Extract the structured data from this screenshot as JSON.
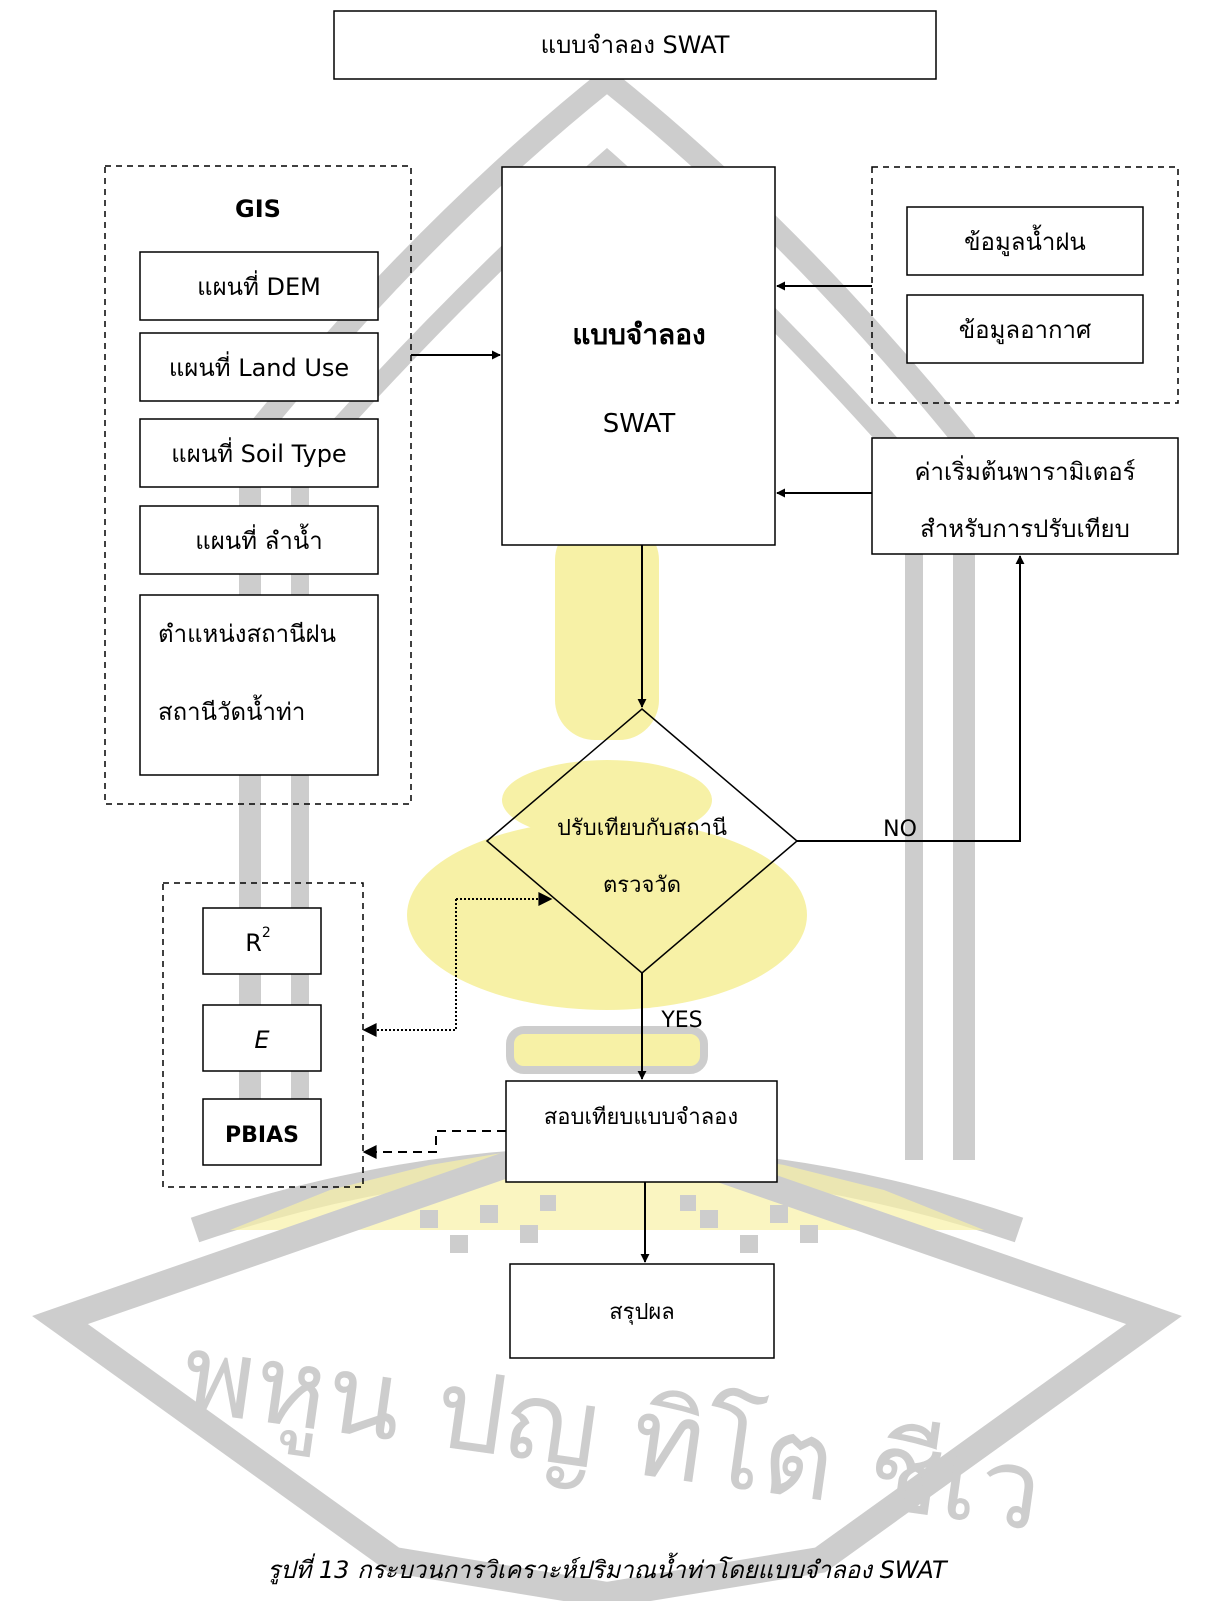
{
  "colors": {
    "watermark_gray": "#c8c8c8",
    "watermark_yellow": "#f6f09c",
    "line": "#000000"
  },
  "watermark": {
    "text": "พหูน ปญ ทิโต ชีเว"
  },
  "title": "แบบจำลอง SWAT",
  "gis": {
    "heading": "GIS",
    "items": [
      "แผนที่ DEM",
      "แผนที่ Land Use",
      "แผนที่ Soil Type",
      "แผนที่ ลำน้ำ"
    ],
    "station": {
      "line1": "ตำแหน่งสถานีฝน",
      "line2": "สถานีวัดน้ำท่า"
    }
  },
  "model": {
    "line1": "แบบจำลอง",
    "line2": "SWAT"
  },
  "weather": {
    "rain": "ข้อมูลน้ำฝน",
    "climate": "ข้อมูลอากาศ"
  },
  "params": {
    "line1": "ค่าเริ่มต้นพารามิเตอร์",
    "line2": "สำหรับการปรับเทียบ"
  },
  "decision": {
    "line1": "ปรับเทียบกับสถานี",
    "line2": "ตรวจวัด",
    "no_label": "NO",
    "yes_label": "YES"
  },
  "metrics": {
    "r2_base": "R",
    "r2_sup": "2",
    "e": "E",
    "pbias": "PBIAS"
  },
  "verify": "สอบเทียบแบบจำลอง",
  "conclusion": "สรุปผล",
  "caption": "รูปที่ 13 กระบวนการวิเคราะห์ปริมาณน้ำท่าโดยแบบจำลอง SWAT"
}
